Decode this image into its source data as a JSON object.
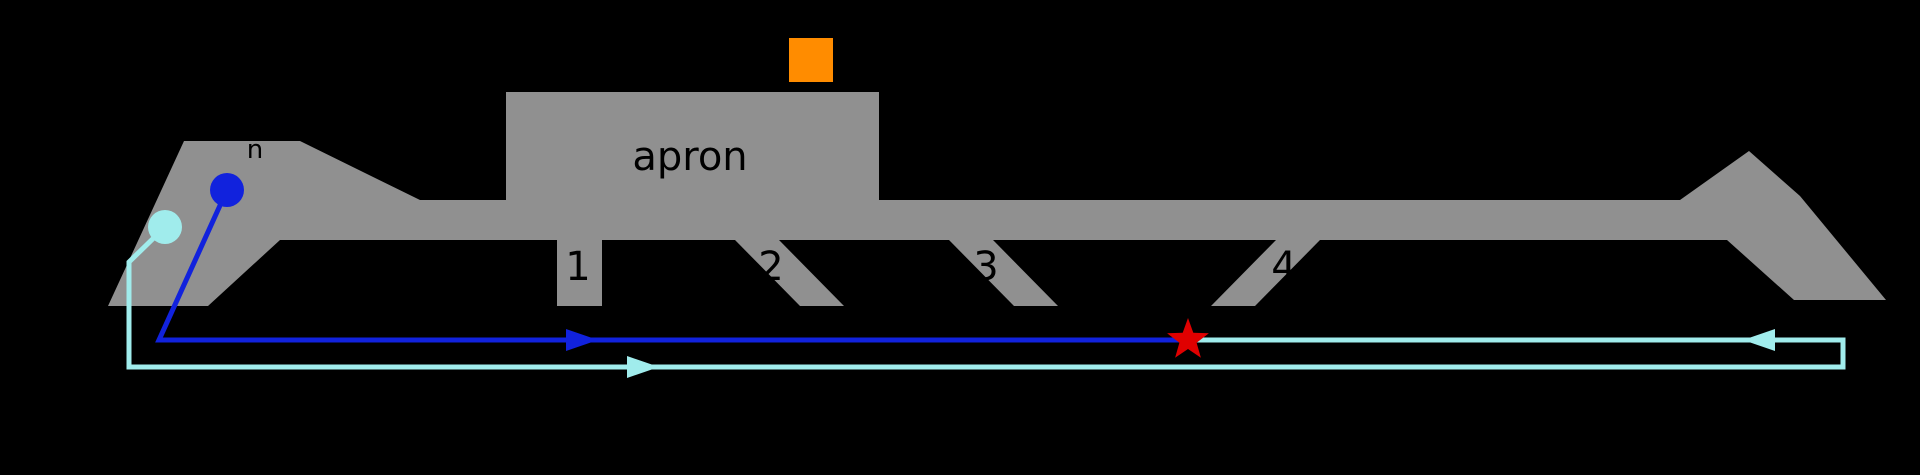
{
  "diagram": {
    "apron_label": "apron",
    "exit_labels": [
      "1",
      "2",
      "3",
      "4"
    ],
    "partial_label": "n"
  },
  "colors": {
    "background": "#000000",
    "pavement": "#909090",
    "building": "#ff8c00",
    "blue_path": "#1122dd",
    "cyan_path": "#a0ecec",
    "collision": "#e00000",
    "label_text": "#000000"
  }
}
